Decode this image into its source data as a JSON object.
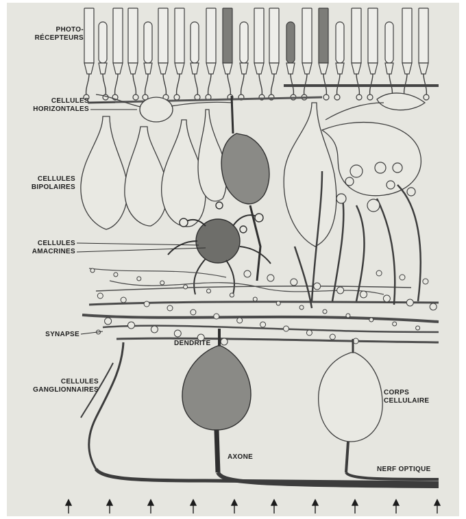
{
  "colors": {
    "background": "#ffffff",
    "paper": "#e6e6e0",
    "cell_fill": "#e9e9e3",
    "cell_outline": "#3c3c3c",
    "highlight_fill": "#8a8a86",
    "fiber": "#555555",
    "label": "#1d1d1d"
  },
  "icons": {
    "light_arrow": "up-arrow-icon"
  },
  "labels": {
    "photoreceptors": {
      "line1": "PHOTO-",
      "line2": "RÉCEPTEURS"
    },
    "horizontal": {
      "line1": "CELLULES",
      "line2": "HORIZONTALES"
    },
    "bipolar": {
      "line1": "CELLULES",
      "line2": "BIPOLAIRES"
    },
    "amacrine": {
      "line1": "CELLULES",
      "line2": "AMACRINES"
    },
    "synapse": {
      "line1": "SYNAPSE"
    },
    "ganglion": {
      "line1": "CELLULES",
      "line2": "GANGLIONNAIRES"
    },
    "dendrite": {
      "line1": "DENDRITE"
    },
    "cell_body": {
      "line1": "CORPS",
      "line2": "CELLULAIRE"
    },
    "axon": {
      "line1": "AXONE"
    },
    "optic_nerve": {
      "line1": "NERF OPTIQUE"
    }
  }
}
